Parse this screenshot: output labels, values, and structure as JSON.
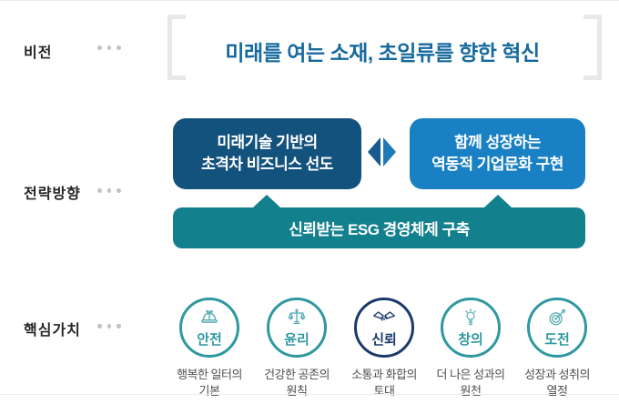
{
  "sections": {
    "vision": {
      "label": "비전"
    },
    "strategy": {
      "label": "전략방향"
    },
    "values": {
      "label": "핵심가치"
    }
  },
  "vision": {
    "title": "미래를 여는 소재, 초일류를 향한 혁신"
  },
  "strategy": {
    "box_left": {
      "line1": "미래기술 기반의",
      "line2": "초격차 비즈니스 선도"
    },
    "box_right": {
      "line1": "함께 성장하는",
      "line2": "역동적 기업문화 구현"
    },
    "bar": {
      "text": "신뢰받는 ESG 경영체제 구축"
    }
  },
  "values": {
    "items": [
      {
        "name": "안전",
        "icon": "safety-helmet-icon",
        "desc1": "행복한 일터의",
        "desc2": "기본",
        "highlight": false
      },
      {
        "name": "윤리",
        "icon": "scales-icon",
        "desc1": "건강한 공존의",
        "desc2": "원칙",
        "highlight": false
      },
      {
        "name": "신뢰",
        "icon": "handshake-icon",
        "desc1": "소통과 화합의",
        "desc2": "토대",
        "highlight": true
      },
      {
        "name": "창의",
        "icon": "lightbulb-icon",
        "desc1": "더 나은 성과의",
        "desc2": "원천",
        "highlight": false
      },
      {
        "name": "도전",
        "icon": "target-icon",
        "desc1": "성장과 성취의",
        "desc2": "열정",
        "highlight": false
      }
    ]
  },
  "colors": {
    "title_blue": "#176a9e",
    "box_dark_blue": "#14527e",
    "box_bright_blue": "#1a80c4",
    "esg_teal": "#12808d",
    "value_teal": "#2f98a1",
    "value_navy": "#1a3a6b",
    "bracket_gray": "#e8e8e8"
  }
}
